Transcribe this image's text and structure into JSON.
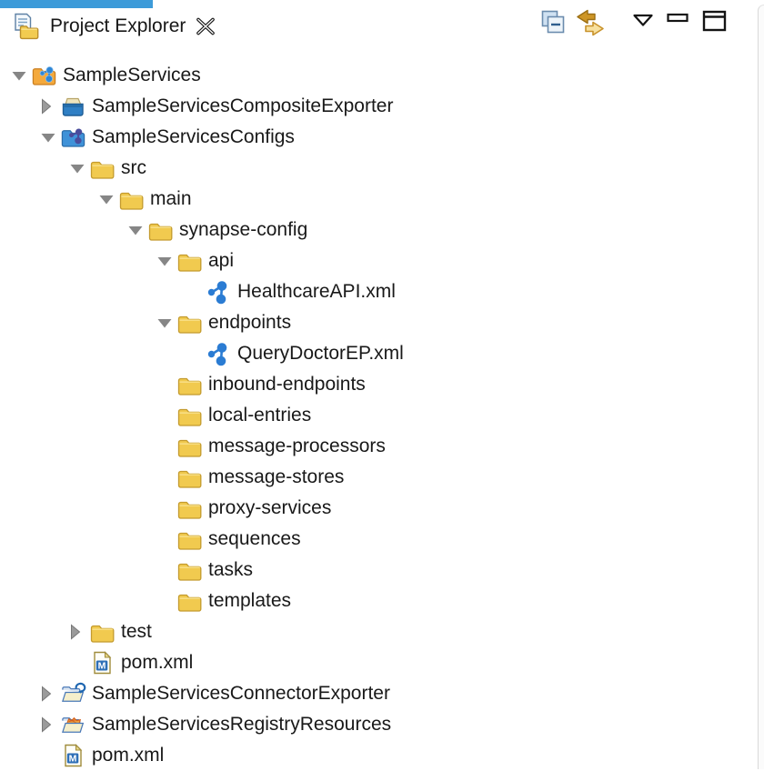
{
  "header": {
    "title": "Project Explorer",
    "view_icon": "project-explorer-icon",
    "close_icon": "close-icon"
  },
  "toolbar": {
    "icons": [
      {
        "name": "collapse-all-icon"
      },
      {
        "name": "link-with-editor-icon"
      },
      {
        "name": "view-menu-icon"
      },
      {
        "name": "minimize-icon"
      },
      {
        "name": "maximize-icon"
      }
    ]
  },
  "tree": {
    "rows": [
      {
        "level": 0,
        "state": "expanded",
        "icon": "esb-project-icon",
        "label": "SampleServices"
      },
      {
        "level": 1,
        "state": "collapsed",
        "icon": "composite-exporter-icon",
        "label": "SampleServicesCompositeExporter"
      },
      {
        "level": 1,
        "state": "expanded",
        "icon": "esb-configs-icon",
        "label": "SampleServicesConfigs"
      },
      {
        "level": 2,
        "state": "expanded",
        "icon": "folder-icon",
        "label": "src"
      },
      {
        "level": 3,
        "state": "expanded",
        "icon": "folder-icon",
        "label": "main"
      },
      {
        "level": 4,
        "state": "expanded",
        "icon": "folder-icon",
        "label": "synapse-config"
      },
      {
        "level": 5,
        "state": "expanded",
        "icon": "folder-icon",
        "label": "api"
      },
      {
        "level": 6,
        "state": "leaf",
        "icon": "synapse-artifact-icon",
        "label": "HealthcareAPI.xml"
      },
      {
        "level": 5,
        "state": "expanded",
        "icon": "folder-icon",
        "label": "endpoints"
      },
      {
        "level": 6,
        "state": "leaf",
        "icon": "synapse-artifact-icon",
        "label": "QueryDoctorEP.xml"
      },
      {
        "level": 5,
        "state": "leaf",
        "icon": "folder-icon",
        "label": "inbound-endpoints"
      },
      {
        "level": 5,
        "state": "leaf",
        "icon": "folder-icon",
        "label": "local-entries"
      },
      {
        "level": 5,
        "state": "leaf",
        "icon": "folder-icon",
        "label": "message-processors"
      },
      {
        "level": 5,
        "state": "leaf",
        "icon": "folder-icon",
        "label": "message-stores"
      },
      {
        "level": 5,
        "state": "leaf",
        "icon": "folder-icon",
        "label": "proxy-services"
      },
      {
        "level": 5,
        "state": "leaf",
        "icon": "folder-icon",
        "label": "sequences"
      },
      {
        "level": 5,
        "state": "leaf",
        "icon": "folder-icon",
        "label": "tasks"
      },
      {
        "level": 5,
        "state": "leaf",
        "icon": "folder-icon",
        "label": "templates"
      },
      {
        "level": 2,
        "state": "collapsed",
        "icon": "folder-icon",
        "label": "test"
      },
      {
        "level": 2,
        "state": "leaf",
        "icon": "pom-icon",
        "label": "pom.xml"
      },
      {
        "level": 1,
        "state": "collapsed",
        "icon": "connector-exporter-icon",
        "label": "SampleServicesConnectorExporter"
      },
      {
        "level": 1,
        "state": "collapsed",
        "icon": "registry-resources-icon",
        "label": "SampleServicesRegistryResources"
      },
      {
        "level": 1,
        "state": "leaf",
        "icon": "pom-icon",
        "label": "pom.xml"
      }
    ]
  },
  "colors": {
    "accent": "#3D9BD9",
    "folder_fill": "#F1CA4F",
    "folder_stroke": "#C49B2E",
    "artifact_blue": "#2B7CD3",
    "text": "#191919",
    "arrow_gray": "#868686"
  }
}
